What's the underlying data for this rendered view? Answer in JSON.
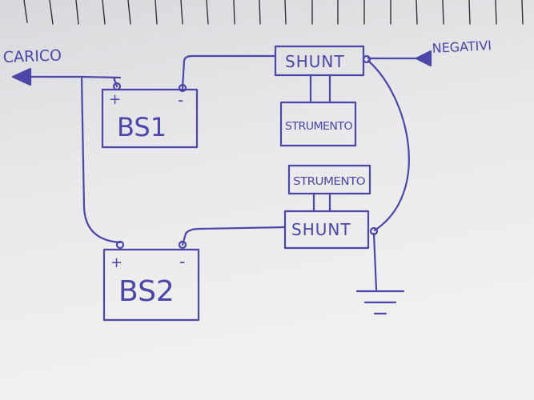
{
  "colors": {
    "paper_top": "#d8d9dc",
    "paper_mid": "#e9e9eb",
    "paper_bottom": "#f1f1f1",
    "ink": "#4b46a8",
    "rule_line": "#2f3238"
  },
  "labels": {
    "load": "CARICO",
    "negative": "NEGATIVI",
    "shunt_top": "SHUNT",
    "shunt_bottom": "SHUNT",
    "meter_top": "STRUMENTO",
    "meter_bottom": "STRUMENTO",
    "battery_1": "BS1",
    "battery_2": "BS2",
    "battery_1_plus": "+",
    "battery_1_minus": "-",
    "battery_2_plus": "+",
    "battery_2_minus": "-"
  }
}
